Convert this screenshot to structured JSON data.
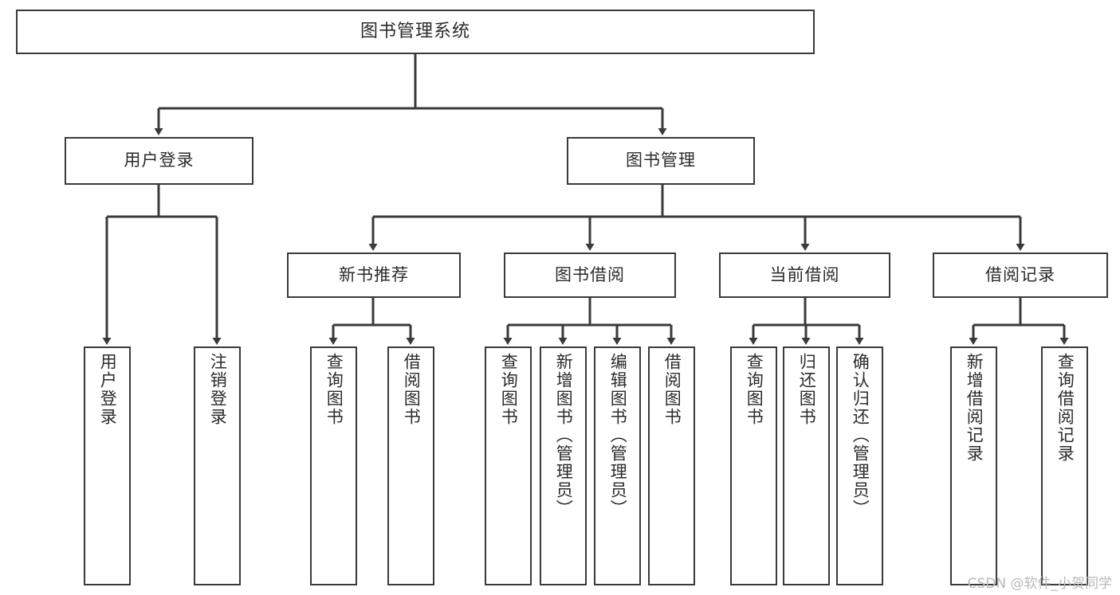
{
  "diagram": {
    "title": "图书管理系统",
    "type": "tree-hierarchy-chart",
    "stroke_color": "#3a3a3a",
    "text_color": "#2b2b2b",
    "background_color": "#ffffff"
  },
  "nodes": {
    "root": {
      "label": "图书管理系统"
    },
    "level2": [
      {
        "id": "user-login",
        "label": "用户登录"
      },
      {
        "id": "book-management",
        "label": "图书管理"
      }
    ],
    "level3": [
      {
        "id": "new-book-recommend",
        "label": "新书推荐"
      },
      {
        "id": "book-borrow",
        "label": "图书借阅"
      },
      {
        "id": "current-borrow",
        "label": "当前借阅"
      },
      {
        "id": "borrow-record",
        "label": "借阅记录"
      }
    ],
    "leaves": {
      "user_login": [
        {
          "id": "leaf-user-login",
          "label": "用户登录"
        },
        {
          "id": "leaf-logout-login",
          "label": "注销登录"
        }
      ],
      "new_book_recommend": [
        {
          "id": "leaf-query-book-1",
          "label": "查询图书"
        },
        {
          "id": "leaf-borrow-book-1",
          "label": "借阅图书"
        }
      ],
      "book_borrow": [
        {
          "id": "leaf-query-book-2",
          "label": "查询图书"
        },
        {
          "id": "leaf-add-book",
          "label": "新增图书（管理员）"
        },
        {
          "id": "leaf-edit-book",
          "label": "编辑图书（管理员）"
        },
        {
          "id": "leaf-borrow-book-2",
          "label": "借阅图书"
        }
      ],
      "current_borrow": [
        {
          "id": "leaf-query-book-3",
          "label": "查询图书"
        },
        {
          "id": "leaf-return-book",
          "label": "归还图书"
        },
        {
          "id": "leaf-confirm-return",
          "label": "确认归还（管理员）"
        }
      ],
      "borrow_record": [
        {
          "id": "leaf-add-record",
          "label": "新增借阅记录"
        },
        {
          "id": "leaf-query-record",
          "label": "查询借阅记录"
        }
      ]
    }
  },
  "watermark": {
    "text": "CSDN @软件_小贺同学"
  }
}
